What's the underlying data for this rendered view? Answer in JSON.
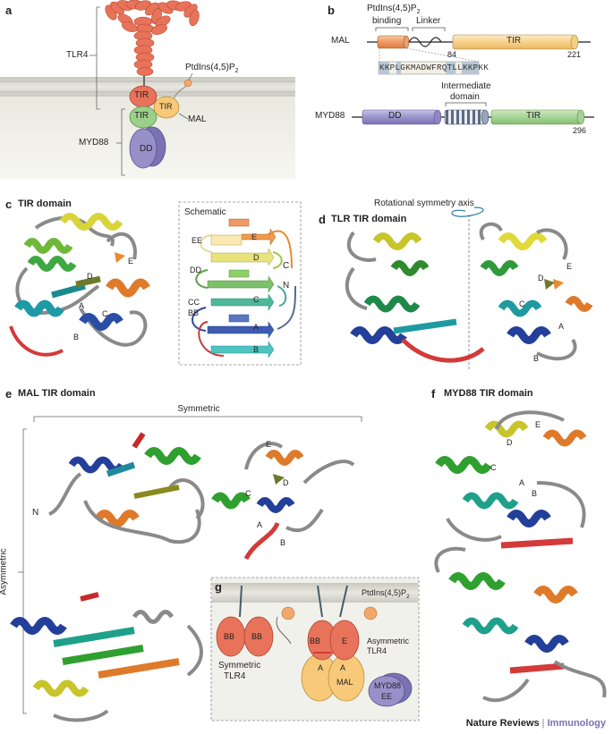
{
  "panels": {
    "a": "a",
    "b": "b",
    "c": "c",
    "d": "d",
    "e": "e",
    "f": "f",
    "g": "g"
  },
  "titles": {
    "c": "TIR domain",
    "d": "TLR TIR domain",
    "e": "MAL TIR domain",
    "f": "MYD88 TIR domain"
  },
  "panel_a": {
    "tlr4": "TLR4",
    "tir_upper": "TIR",
    "tir_lower": "TIR",
    "tir_mal": "TIR",
    "mal": "MAL",
    "myd88": "MYD88",
    "dd": "DD",
    "ptdins": "PtdIns(4,5)P",
    "ptdins_sub": "2"
  },
  "panel_b": {
    "ptdins_line1": "PtdIns(4,5)P",
    "ptdins_sub": "2",
    "binding": "binding",
    "linker": "Linker",
    "mal": "MAL",
    "tir": "TIR",
    "mal_pos1": "84",
    "mal_pos2": "221",
    "sequence": "KKPLGKMADWFRQTLLKKPKK",
    "intermediate1": "Intermediate",
    "intermediate2": "domain",
    "myd88": "MYD88",
    "dd": "DD",
    "tir2": "TIR",
    "myd88_pos": "296"
  },
  "panel_c": {
    "schematic": "Schematic",
    "strands": [
      "EE",
      "DD",
      "CC",
      "BB"
    ],
    "strand_letters": [
      "E",
      "D",
      "C",
      "A",
      "B"
    ],
    "side_labels": [
      "C",
      "N"
    ],
    "structure_labels": [
      "E",
      "D",
      "A",
      "C",
      "B"
    ]
  },
  "panel_d": {
    "axis": "Rotational symmetry axis",
    "labels": [
      "E",
      "D",
      "C",
      "A",
      "B"
    ]
  },
  "panel_e": {
    "symmetric": "Symmetric",
    "asymmetric": "Asymmetric",
    "n": "N",
    "labels": [
      "E",
      "D",
      "C",
      "A",
      "B"
    ]
  },
  "panel_f": {
    "labels": [
      "E",
      "D",
      "C",
      "A",
      "B"
    ]
  },
  "panel_g": {
    "ptdins": "PtdIns(4,5)P",
    "ptdins_sub": "2",
    "bb1": "BB",
    "bb2": "BB",
    "bb3": "BB",
    "e": "E",
    "a1": "A",
    "a2": "A",
    "mal": "MAL",
    "sym1": "Symmetric",
    "sym2": "TLR4",
    "asym1": "Asymmetric",
    "asym2": "TLR4",
    "myd88": "MYD88",
    "ee": "EE"
  },
  "footer": {
    "journal": "Nature Reviews",
    "sep": " | ",
    "section": "Immunology"
  },
  "colors": {
    "tlr4": "#e8735a",
    "mal": "#f7c979",
    "myd88_tir": "#9ccf8a",
    "dd": "#8f86c2",
    "ptdins": "#f3a86b",
    "membrane": "#d9d9d2",
    "immunology": "#7a6fb0"
  }
}
